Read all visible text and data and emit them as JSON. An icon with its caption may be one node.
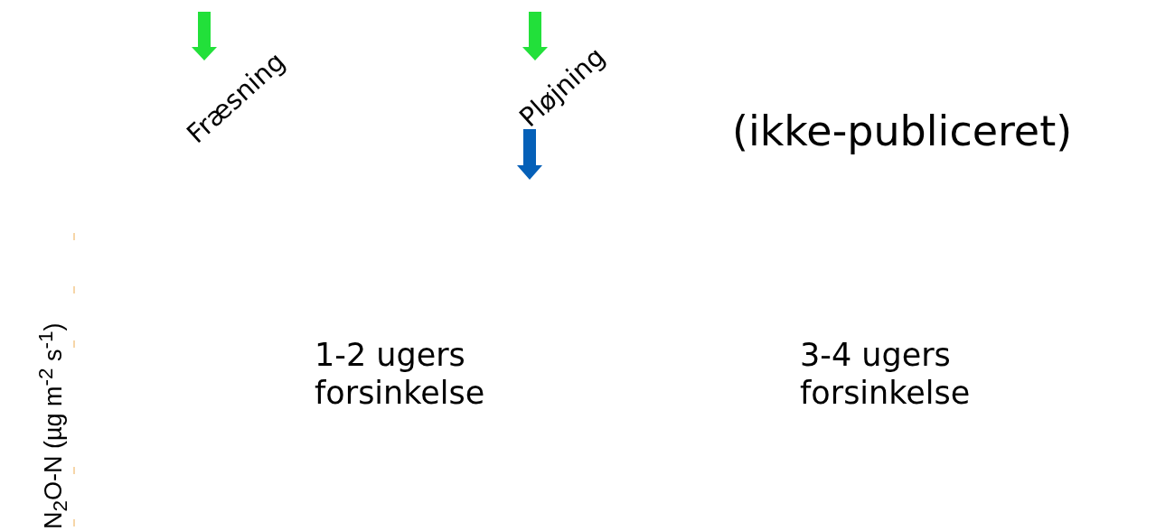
{
  "diagram": {
    "labels": [
      "Fræsning",
      "Pløjning",
      "(ikke-publiceret)",
      "N$_{2}$O-N (µg m$^{-2}$ s$^{-1}$)",
      "1-2 ugers forsinkelse",
      "3-4 ugers forsinkelse"
    ]
  }
}
